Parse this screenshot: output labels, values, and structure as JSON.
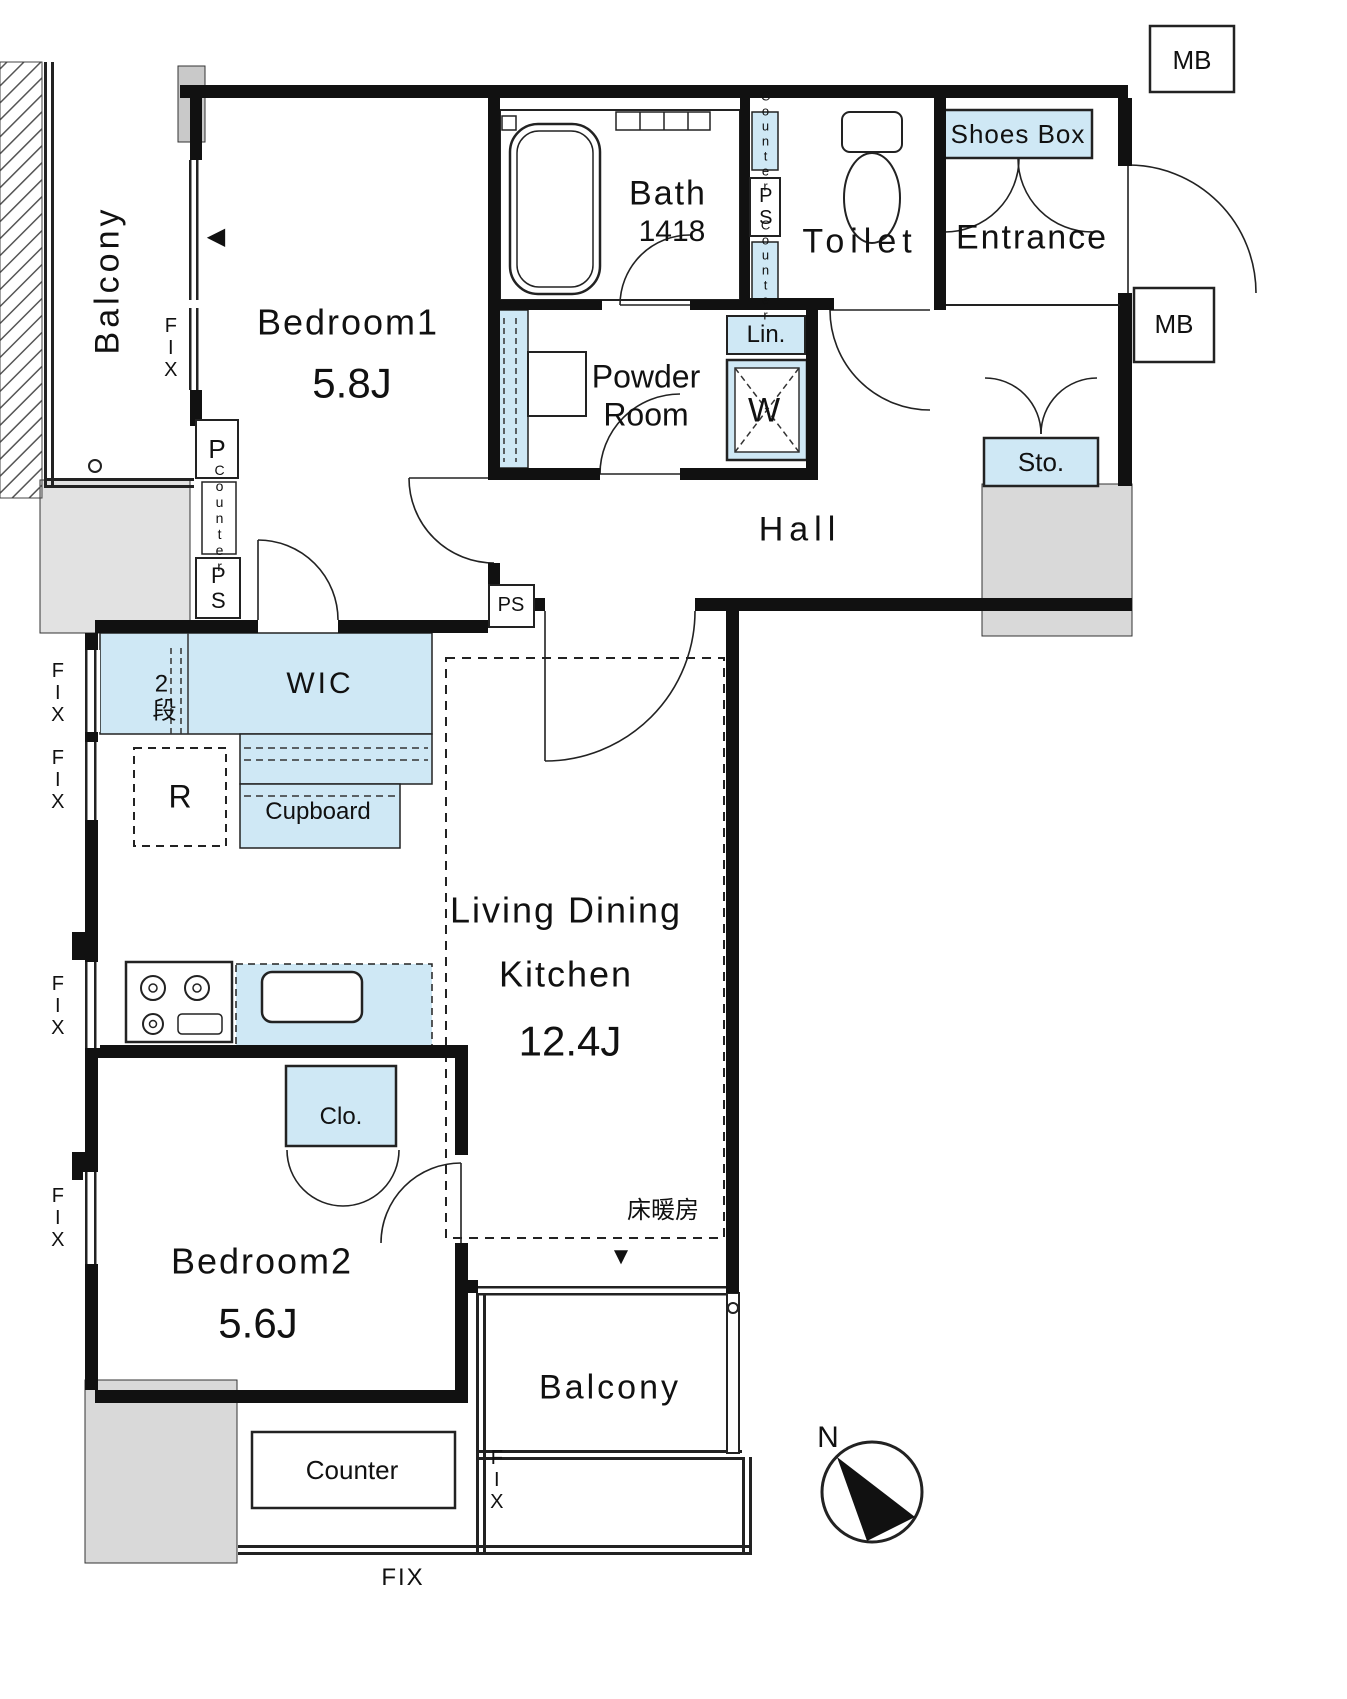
{
  "plan": {
    "rooms": {
      "bedroom1": {
        "name": "Bedroom1",
        "area": "5.8J"
      },
      "bedroom2": {
        "name": "Bedroom2",
        "area": "5.6J"
      },
      "ldk": {
        "line1": "Living Dining",
        "line2": "Kitchen",
        "area": "12.4J"
      },
      "bath": {
        "name": "Bath",
        "size": "1418"
      },
      "toilet": "Toilet",
      "entrance": "Entrance",
      "powder": {
        "line1": "Powder",
        "line2": "Room"
      },
      "hall": "Hall",
      "wic": "WIC",
      "balcony_left": "Balcony",
      "balcony_bottom": "Balcony"
    },
    "storage": {
      "shoes_box": "Shoes Box",
      "sto": "Sto.",
      "lin": "Lin.",
      "clo": "Clo.",
      "cupboard": "Cupboard",
      "shelf": "2段"
    },
    "equipment": {
      "washing_machine": "W",
      "refrigerator": "R",
      "counter": "Counter",
      "floor_heating": "床暖房"
    },
    "labels": {
      "mb": "MB",
      "ps": "PS",
      "p": "P",
      "fix": "FIX",
      "north": "N",
      "marker_left": "◀",
      "marker_down": "▼"
    },
    "colors": {
      "storage_fill": "#cfe8f5",
      "wall": "#111111",
      "exterior_gray": "#d9d9d9"
    }
  }
}
